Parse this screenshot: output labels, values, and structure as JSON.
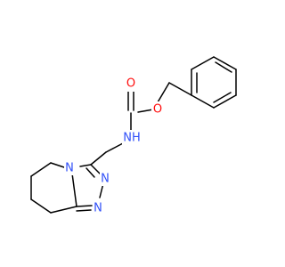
{
  "molecule": {
    "atoms": [
      {
        "id": "o_ester",
        "label": "O",
        "color": "#ff0d0d"
      },
      {
        "id": "o_carbonyl",
        "label": "O",
        "color": "#ff0d0d"
      },
      {
        "id": "nh",
        "label": "NH",
        "color": "#3050f8"
      },
      {
        "id": "n_bridge",
        "label": "N",
        "color": "#3050f8"
      },
      {
        "id": "n_ring1",
        "label": "N",
        "color": "#3050f8"
      },
      {
        "id": "n_ring2",
        "label": "N",
        "color": "#3050f8"
      }
    ]
  }
}
